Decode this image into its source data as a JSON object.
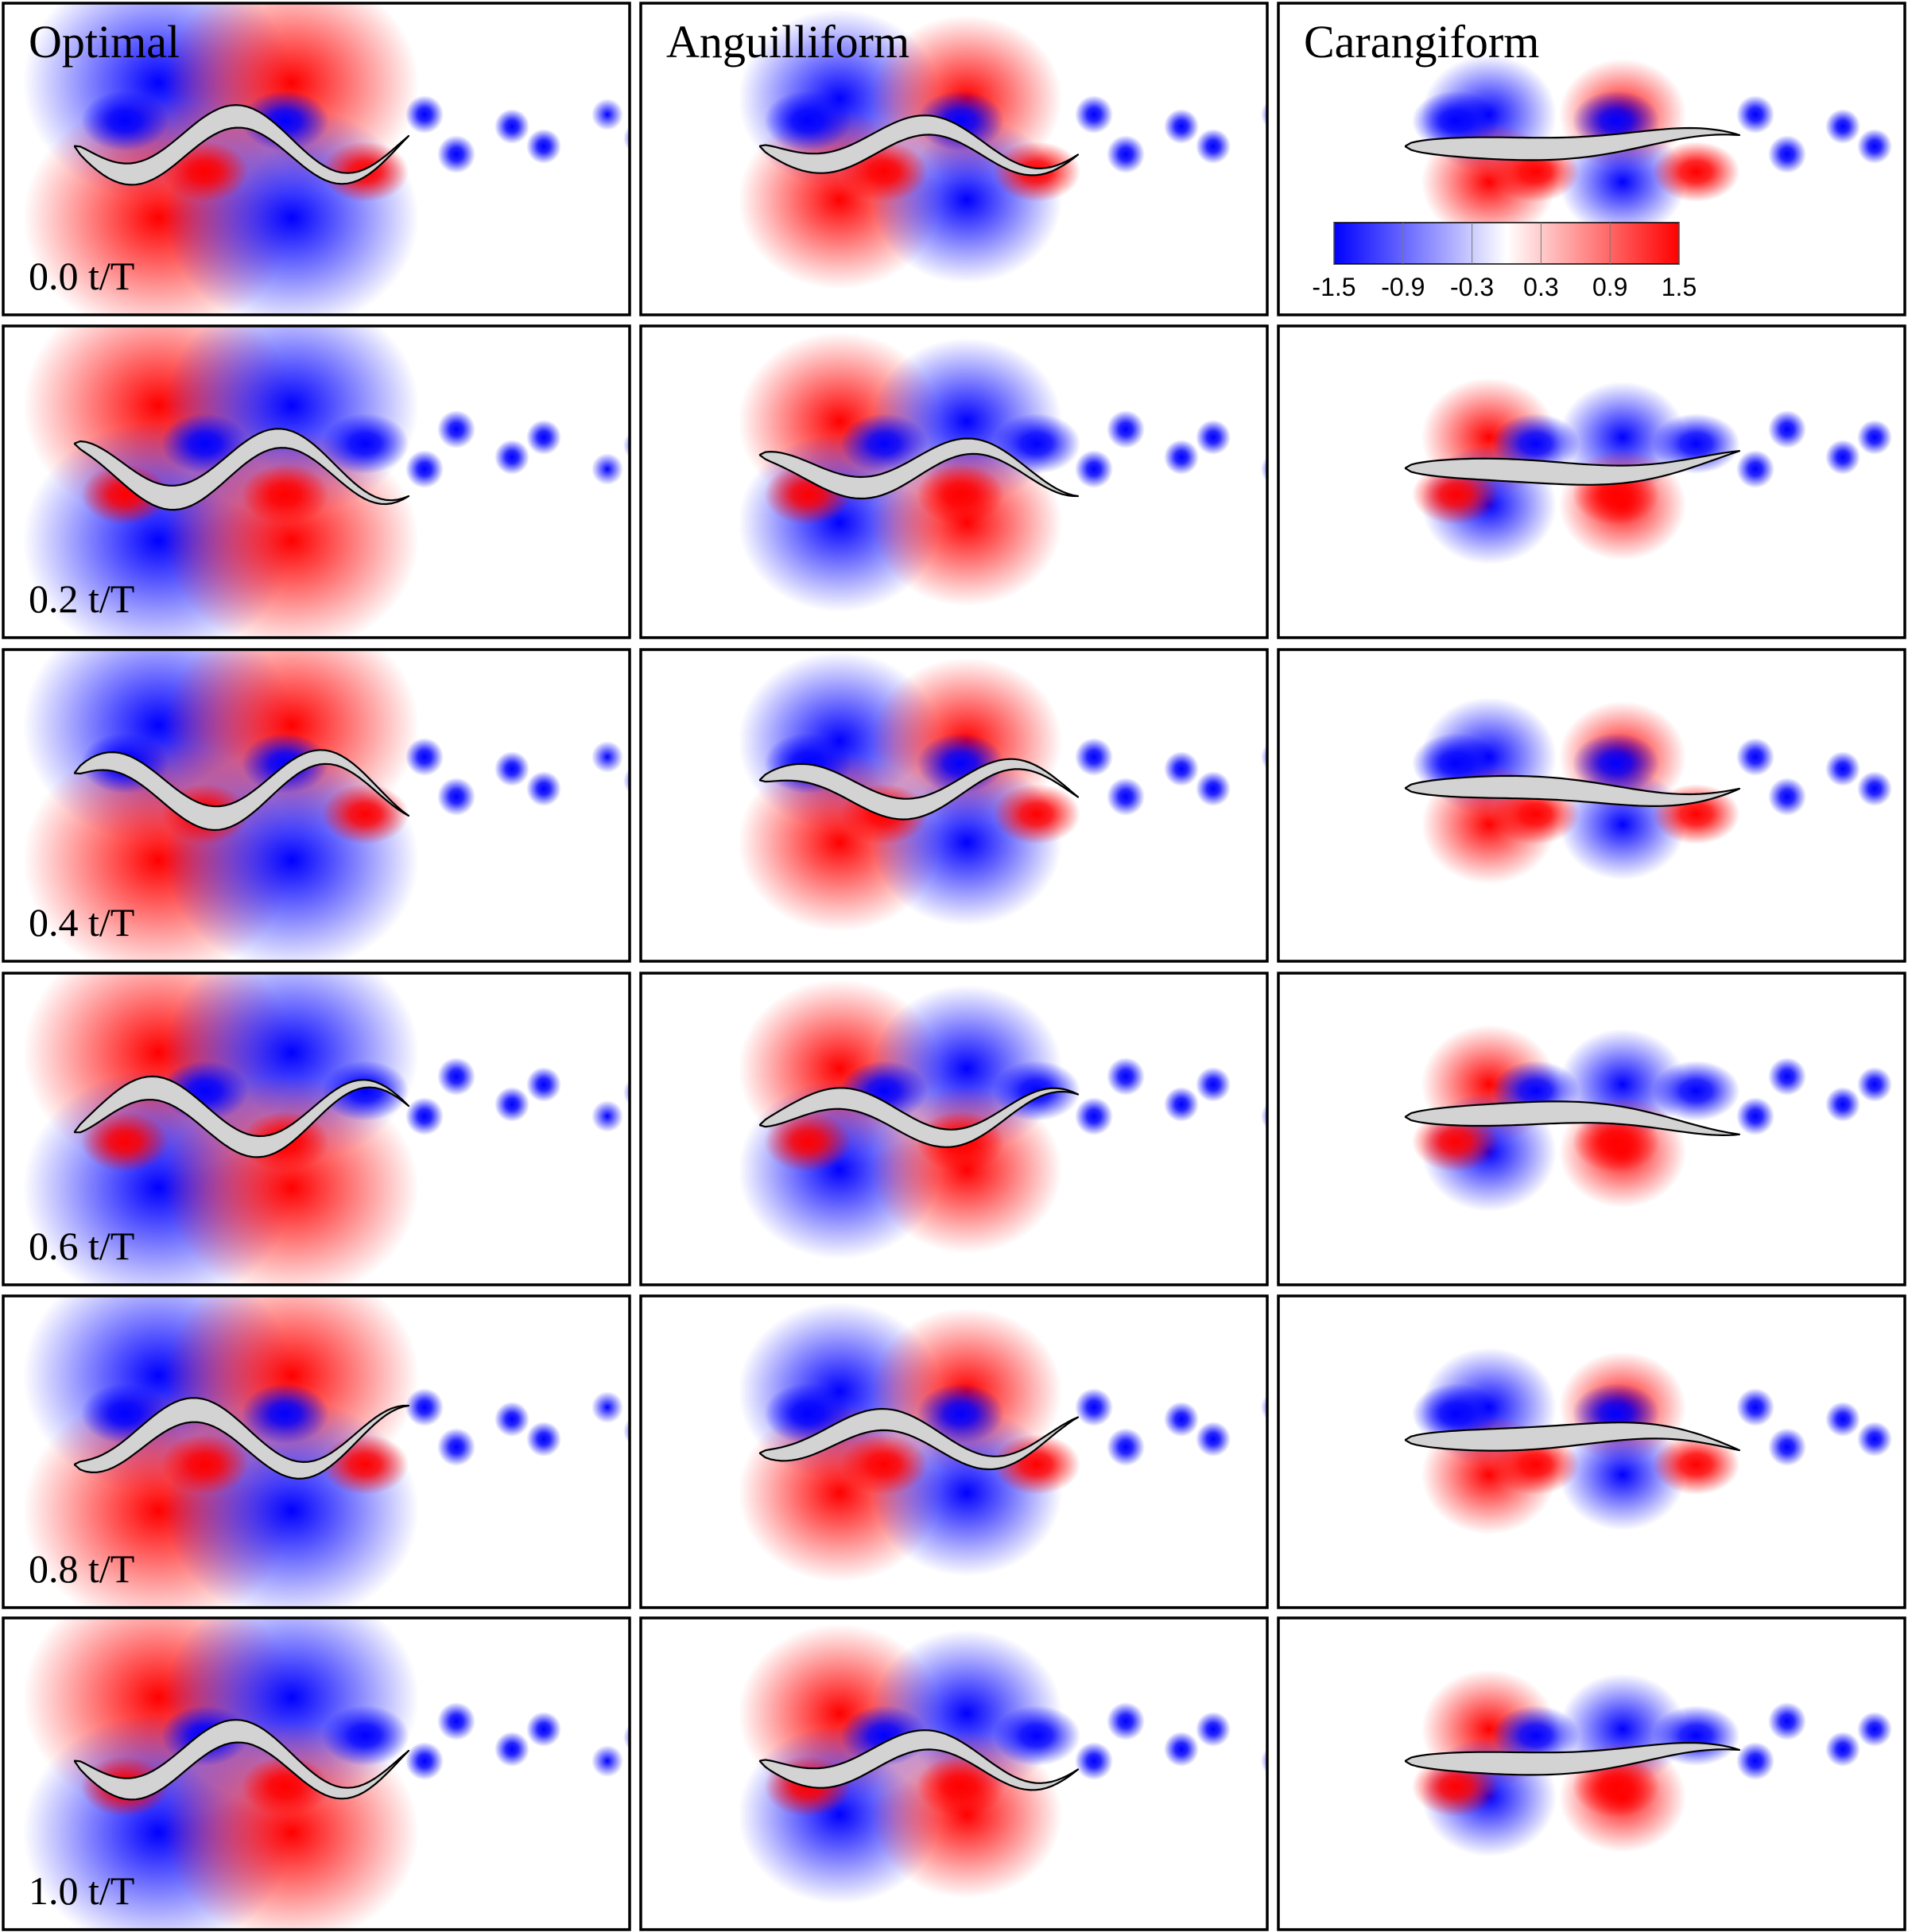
{
  "columns": [
    "Optimal",
    "Anguilliform",
    "Carangiform"
  ],
  "times": [
    "0.0 t/T",
    "0.2 t/T",
    "0.4 t/T",
    "0.6 t/T",
    "0.8 t/T",
    "1.0 t/T"
  ],
  "colorbar": {
    "ticks": [
      "-1.5",
      "-0.9",
      "-0.3",
      "0.3",
      "0.9",
      "1.5"
    ],
    "colors": [
      "#0000ff",
      "#ffffff",
      "#ff0000"
    ]
  },
  "colors": {
    "positive": "#ff0000",
    "negative": "#0000ff",
    "body_fill": "#d3d3d3",
    "outline": "#000000"
  }
}
